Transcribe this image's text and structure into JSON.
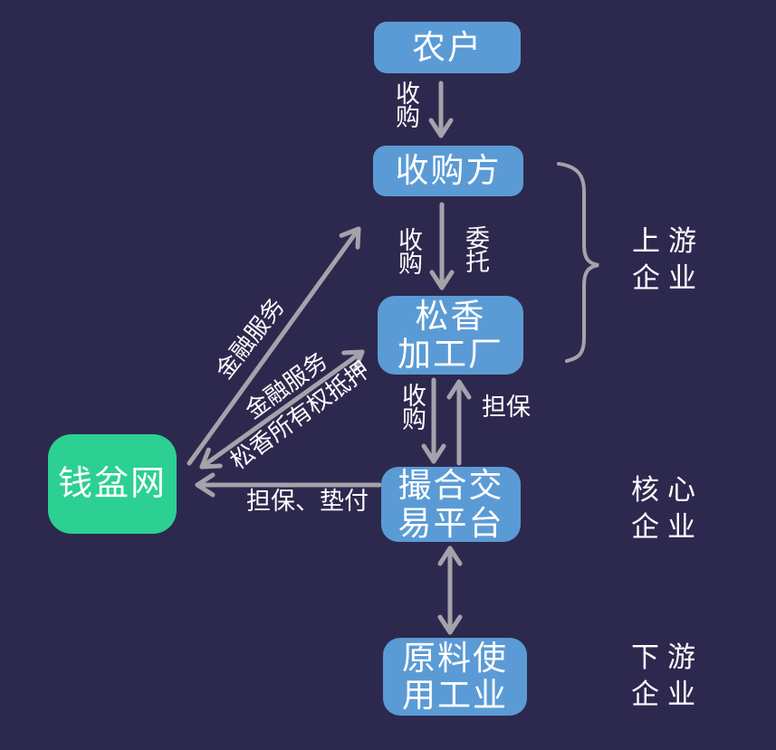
{
  "colors": {
    "bg": "#2d294e",
    "box_blue": "#5b9bd5",
    "box_green": "#2bd092",
    "arrow": "#a4a3ab",
    "text": "#ffffff"
  },
  "nodes": {
    "farmer": {
      "label": "农户"
    },
    "purchaser": {
      "label": "收购方"
    },
    "rosin_factory": {
      "label": "松香\n加工厂"
    },
    "trading_platform": {
      "label": "撮合交\n易平台"
    },
    "raw_material_industry": {
      "label": "原料使\n用工业"
    },
    "qianpenwang": {
      "label": "钱盆网"
    }
  },
  "edge_labels": {
    "purchase_1": "收\n购",
    "purchase_2": "收\n购",
    "entrust": "委\n托",
    "purchase_3": "收\n购",
    "guarantee": "担保",
    "guarantee_advance": "担保、垫付",
    "financial_service_1": "金融服务",
    "financial_service_2": "金融服务",
    "rosin_ownership_pledge": "松香所有权抵押"
  },
  "side_labels": {
    "upstream": "上游\n企业",
    "core": "核心\n企业",
    "downstream": "下游\n企业"
  }
}
